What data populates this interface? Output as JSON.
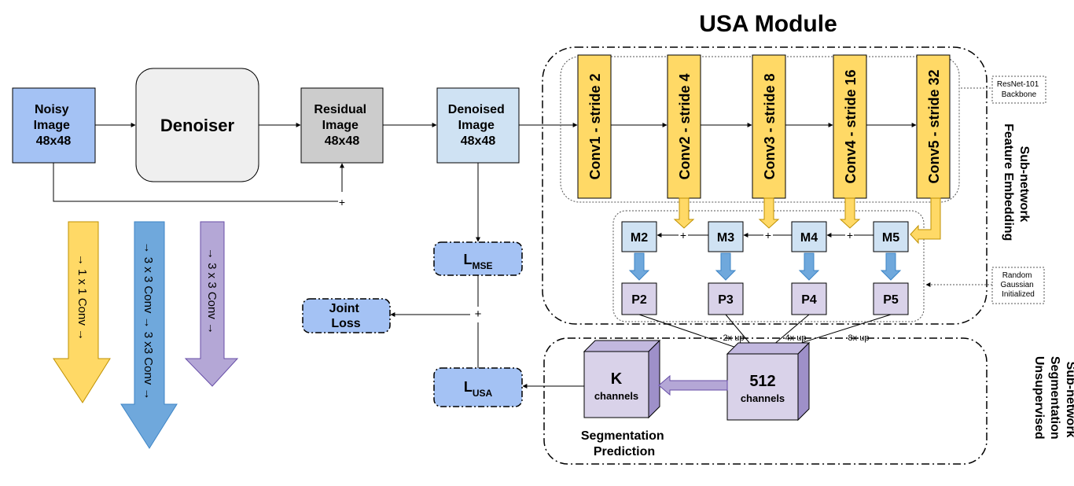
{
  "title": "USA Module",
  "colors": {
    "blue_box": "#a4c2f4",
    "light_blue_box": "#cfe2f3",
    "gray_box": "#cccccc",
    "denoiser_box": "#efefef",
    "yellow": "#ffd966",
    "conv_blue": "#6fa8dc",
    "purple": "#b4a7d6",
    "p_box": "#d9d2e9",
    "stroke": "#000000",
    "arrow_yellow_stroke": "#bf9000",
    "arrow_blue_stroke": "#3d85c6",
    "arrow_purple_stroke": "#674ea7"
  },
  "pipeline": {
    "noisy": [
      "Noisy",
      "Image",
      "48x48"
    ],
    "denoiser": "Denoiser",
    "residual": [
      "Residual",
      "Image",
      "48x48"
    ],
    "denoised": [
      "Denoised",
      "Image",
      "48x48"
    ],
    "plus": "+"
  },
  "legend": {
    "one_by_one": "→ 1 x 1 Conv →",
    "double_3x3": "→ 3 x 3 Conv → 3 x3 Conv →",
    "single_3x3": "→ 3 x 3 Conv →"
  },
  "losses": {
    "mse_main": "L",
    "mse_sub": "MSE",
    "usa_main": "L",
    "usa_sub": "USA",
    "joint": [
      "Joint",
      "Loss"
    ],
    "plus": "+"
  },
  "backbone": {
    "convs": [
      "Conv1 - stride 2",
      "Conv2 - stride 4",
      "Conv3 - stride 8",
      "Conv4 - stride 16",
      "Conv5 - stride 32"
    ],
    "note": [
      "ResNet-101",
      "Backbone"
    ]
  },
  "fpn": {
    "m": [
      "M2",
      "M3",
      "M4",
      "M5"
    ],
    "p": [
      "P2",
      "P3",
      "P4",
      "P5"
    ],
    "note": [
      "Random",
      "Gaussian",
      "Initialized"
    ],
    "plus": "+"
  },
  "upsample": [
    "2x up",
    "4x up",
    "8x up"
  ],
  "sections": {
    "feature": [
      "Feature Embedding",
      "Sub-network"
    ],
    "unsupervised": [
      "Unsupervised",
      "Segmentation",
      "Sub-network"
    ]
  },
  "segmentation": {
    "c512_num": "512",
    "c512_label": "channels",
    "k_num": "K",
    "k_label": "channels",
    "prediction": [
      "Segmentation",
      "Prediction"
    ]
  }
}
